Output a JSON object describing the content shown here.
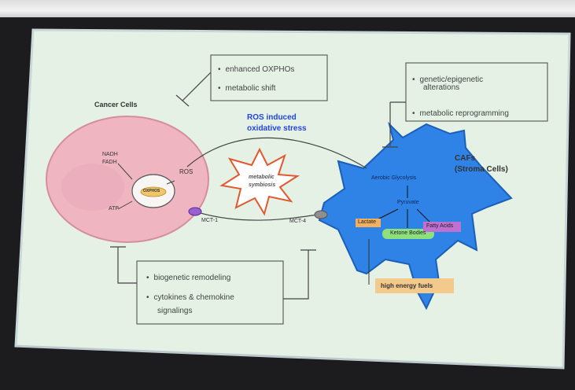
{
  "cancer_cells": {
    "title": "Cancer Cells",
    "nadh": "NADH",
    "fadh": "FADH",
    "atp": "ATP",
    "oxphos": "OXPHOS",
    "ros": "ROS",
    "mct1": "MCT-1"
  },
  "cancer_box": {
    "items": [
      "enhanced OXPHOs",
      "metabolic shift"
    ]
  },
  "ros_stress": {
    "line1": "ROS induced",
    "line2": "oxidative stress"
  },
  "symbiosis": {
    "line1": "metabolic",
    "line2": "symbiosis"
  },
  "cafs": {
    "title_line1": "CAFs",
    "title_line2": "(Stroma Cells)",
    "aerobic": "Aerobic Glycolysis",
    "pyruvate": "Pyruvate",
    "lactate": "Lactate",
    "fatty_acids": "Fatty Acids",
    "ketone": "Ketone Bodies",
    "mct4": "MCT-4"
  },
  "cafs_box": {
    "item1_line1": "genetic/epigenetic",
    "item1_line2": "alterations",
    "item2": "metabolic reprogramming"
  },
  "bottom_box": {
    "item1": "biogenetic remodeling",
    "item2_line1": "cytokines & chemokine",
    "item2_line2": "signalings"
  },
  "energy_label": "high energy fuels",
  "colors": {
    "slide_bg": "#e6f2e6",
    "cancer_cell": "#efb6c2",
    "stroma_cell": "#2f82e6",
    "ros_text": "#2244dd",
    "energy_box": "#f4c98c",
    "lactate_box": "#f0b060",
    "fatty_acids_box": "#c070d0",
    "ketone_box": "#8ee07e"
  }
}
